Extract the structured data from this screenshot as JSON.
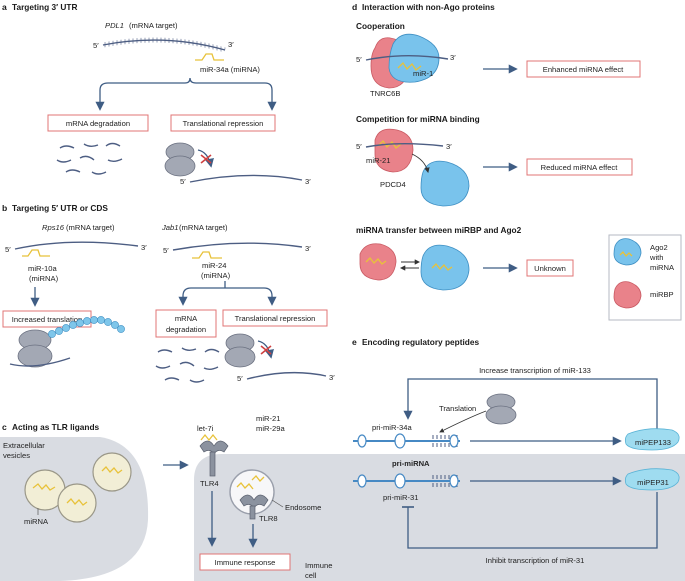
{
  "panel_a": {
    "letter": "a",
    "title": "Targeting 3′ UTR",
    "target": "PDL1",
    "target_suffix": "(mRNA target)",
    "five": "5′",
    "three": "3′",
    "mirna": "miR-34a (miRNA)",
    "outcome_left": "mRNA degradation",
    "outcome_right": "Translational repression",
    "five_b": "5′",
    "three_b": "3′"
  },
  "panel_b": {
    "letter": "b",
    "title": "Targeting 5′ UTR or CDS",
    "left_target": "Rps16",
    "left_suffix": "(mRNA target)",
    "left_five": "5′",
    "left_three": "3′",
    "left_mirna_1": "miR-10a",
    "left_mirna_2": "(miRNA)",
    "left_outcome": "Increased translation",
    "right_target": "Jab1",
    "right_suffix": "(mRNA target)",
    "right_five": "5′",
    "right_three": "3′",
    "right_mirna_1": "miR-24",
    "right_mirna_2": "(miRNA)",
    "right_outcome_left_1": "mRNA",
    "right_outcome_left_2": "degradation",
    "right_outcome_right": "Translational repression",
    "five_b": "5′",
    "three_b": "3′"
  },
  "panel_c": {
    "letter": "c",
    "title": "Acting as TLR ligands",
    "vesicles_1": "Extracellular",
    "vesicles_2": "vesicles",
    "mirna": "miRNA",
    "let7": "let-7i",
    "tlr4": "TLR4",
    "mir21": "miR-21",
    "mir29": "miR-29a",
    "endosome": "Endosome",
    "tlr8": "TLR8",
    "response": "Immune response",
    "cell_1": "Immune",
    "cell_2": "cell"
  },
  "panel_d": {
    "letter": "d",
    "title": "Interaction with non-Ago proteins",
    "coop_title": "Cooperation",
    "five": "5′",
    "three": "3′",
    "mir1": "miR-1",
    "tnrc6b": "TNRC6B",
    "coop_outcome": "Enhanced miRNA effect",
    "comp_title": "Competition for miRNA binding",
    "five_b": "5′",
    "three_b": "3′",
    "mir21": "miR-21",
    "pdcd4": "PDCD4",
    "comp_outcome": "Reduced miRNA effect",
    "transfer_title": "miRNA transfer between miRBP and Ago2",
    "transfer_outcome": "Unknown",
    "legend_ago_1": "Ago2",
    "legend_ago_2": "with",
    "legend_ago_3": "miRNA",
    "legend_rbp": "miRBP"
  },
  "panel_e": {
    "letter": "e",
    "title": "Encoding regulatory peptides",
    "top_text": "Increase transcription of miR-133",
    "translation": "Translation",
    "pri34a": "pri-miR-34a",
    "primirna": "pri-miRNA",
    "pri31": "pri-miR-31",
    "pep133": "miPEP133",
    "pep31": "miPEP31",
    "bottom_text": "Inhibit transcription of miR-31"
  },
  "colors": {
    "box_border": "#e07474",
    "arrow": "#3f5d84",
    "rna": "#4d5e83",
    "mirna": "#e8c23a",
    "ago2": "#79c3ec",
    "mirbp": "#e9828a",
    "peptide": "#9fdcf0",
    "ribosome": "#a3a8b4",
    "tlr": "#8b929f"
  }
}
